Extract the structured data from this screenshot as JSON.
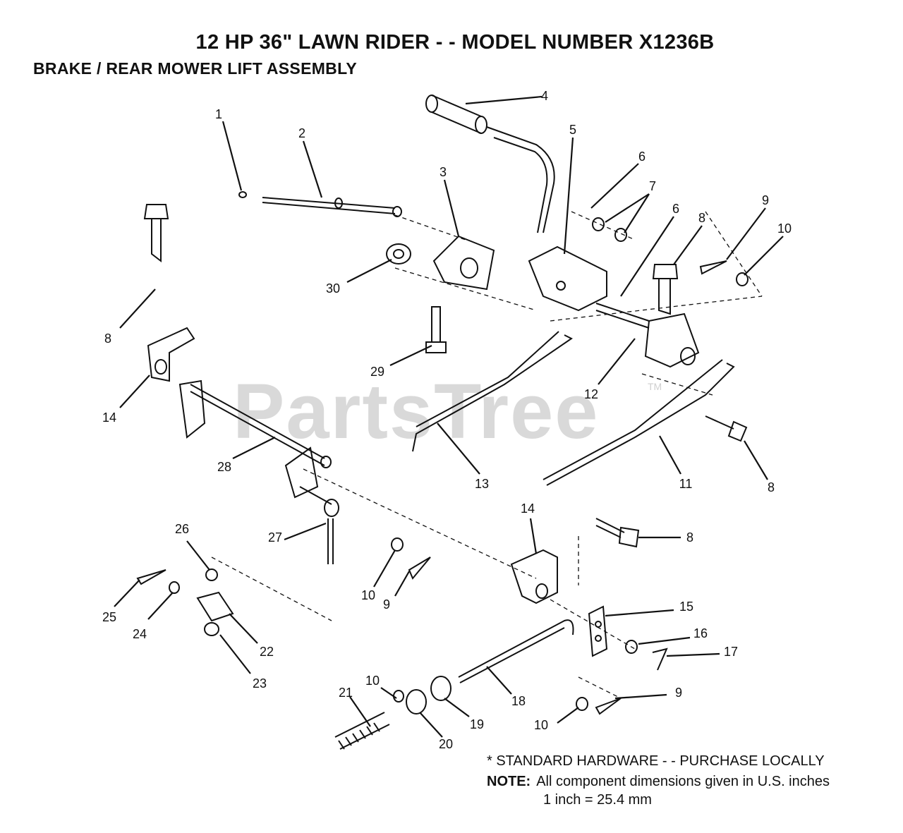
{
  "header": {
    "title": "12 HP 36\" LAWN RIDER - - MODEL NUMBER X1236B",
    "subtitle": "BRAKE / REAR MOWER LIFT ASSEMBLY"
  },
  "watermark": {
    "text": "PartsTree",
    "tm": "TM"
  },
  "notes": {
    "standard_hardware": "* STANDARD HARDWARE - - PURCHASE LOCALLY",
    "note_label": "NOTE:",
    "note_text": "All component dimensions given in U.S. inches",
    "conversion": "1 inch = 25.4 mm"
  },
  "callouts": [
    "1",
    "2",
    "3",
    "4",
    "5",
    "6",
    "7",
    "6",
    "8",
    "9",
    "10",
    "30",
    "8",
    "29",
    "12",
    "14",
    "28",
    "13",
    "11",
    "8",
    "14",
    "8",
    "27",
    "26",
    "10",
    "9",
    "25",
    "24",
    "22",
    "23",
    "15",
    "16",
    "17",
    "18",
    "21",
    "10",
    "20",
    "19",
    "10",
    "9"
  ]
}
